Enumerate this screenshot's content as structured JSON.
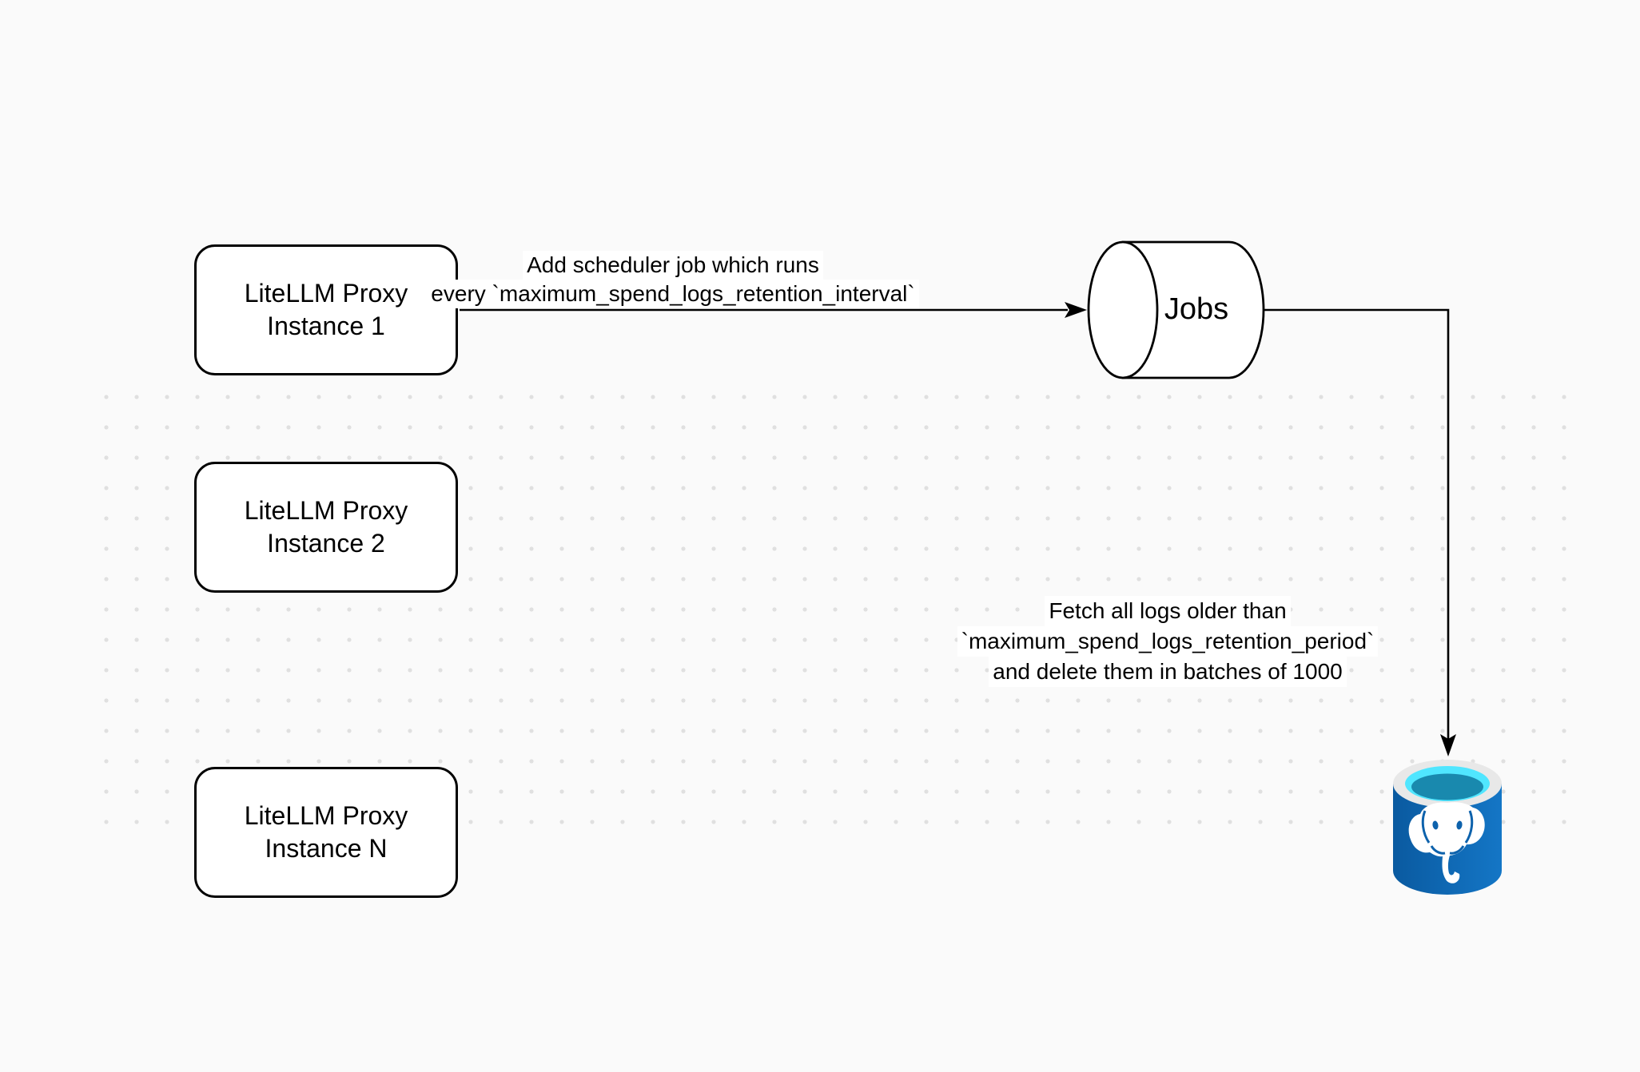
{
  "diagram": {
    "boxes": [
      {
        "id": "instance-1",
        "line1": "LiteLLM Proxy",
        "line2": "Instance 1"
      },
      {
        "id": "instance-2",
        "line1": "LiteLLM Proxy",
        "line2": "Instance 2"
      },
      {
        "id": "instance-n",
        "line1": "LiteLLM Proxy",
        "line2": "Instance N"
      }
    ],
    "queue": {
      "label": "Jobs"
    },
    "database": {
      "icon": "azure-postgresql-database-icon"
    },
    "edge_labels": {
      "scheduler": {
        "line1": "Add scheduler job which runs",
        "line2": "every `maximum_spend_logs_retention_interval`"
      },
      "fetch": {
        "line1": "Fetch all logs older than",
        "line2": "`maximum_spend_logs_retention_period`",
        "line3": "and delete them in batches of 1000"
      }
    },
    "colors": {
      "background": "#FAFAFA",
      "grid_dot": "#E0E0E0",
      "stroke": "#000000",
      "shape_fill": "#FFFFFF",
      "db_blue_dark": "#0A5AA0",
      "db_blue_light": "#1476C6",
      "db_rim": "#E8E8E8",
      "db_cyan": "#50E6FF",
      "db_teal": "#1989AE"
    }
  }
}
